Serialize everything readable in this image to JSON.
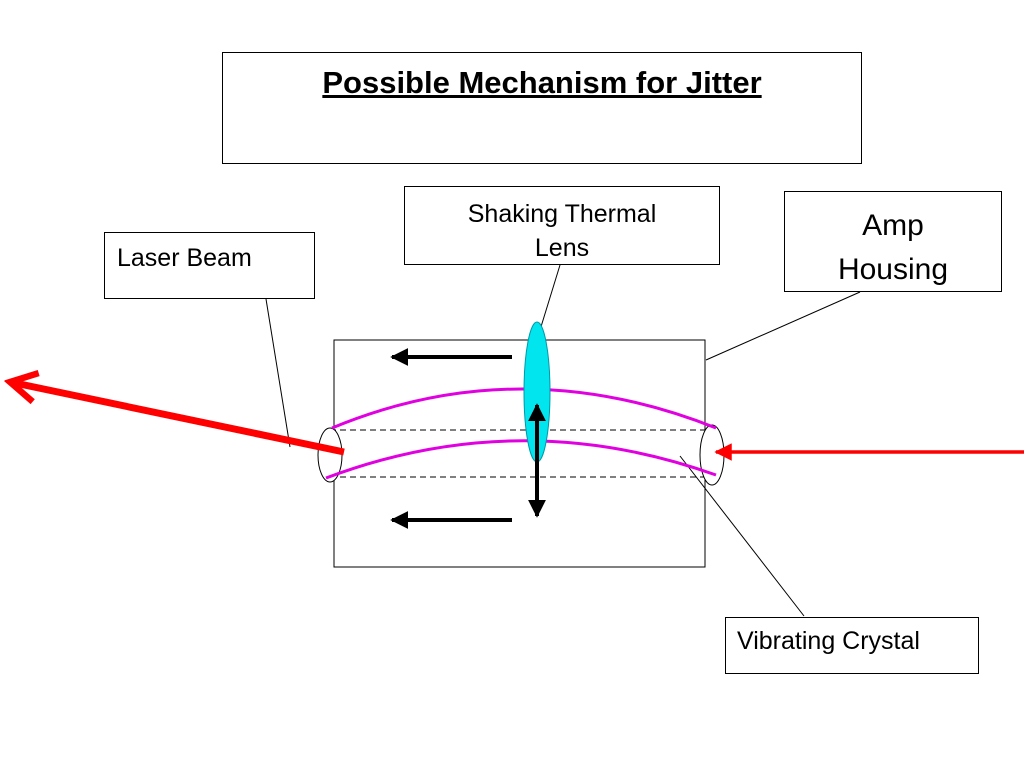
{
  "title": "Possible Mechanism for Jitter",
  "labels": {
    "laser_beam": "Laser Beam",
    "thermal_lens_line1": "Shaking Thermal",
    "thermal_lens_line2": "Lens",
    "amp_housing_line1": "Amp",
    "amp_housing_line2": "Housing",
    "vibrating_crystal": "Vibrating Crystal"
  },
  "colors": {
    "laser": "#ff0000",
    "beam_path": "#e000e0",
    "lens": "#00e5ee",
    "outline": "#000000"
  }
}
